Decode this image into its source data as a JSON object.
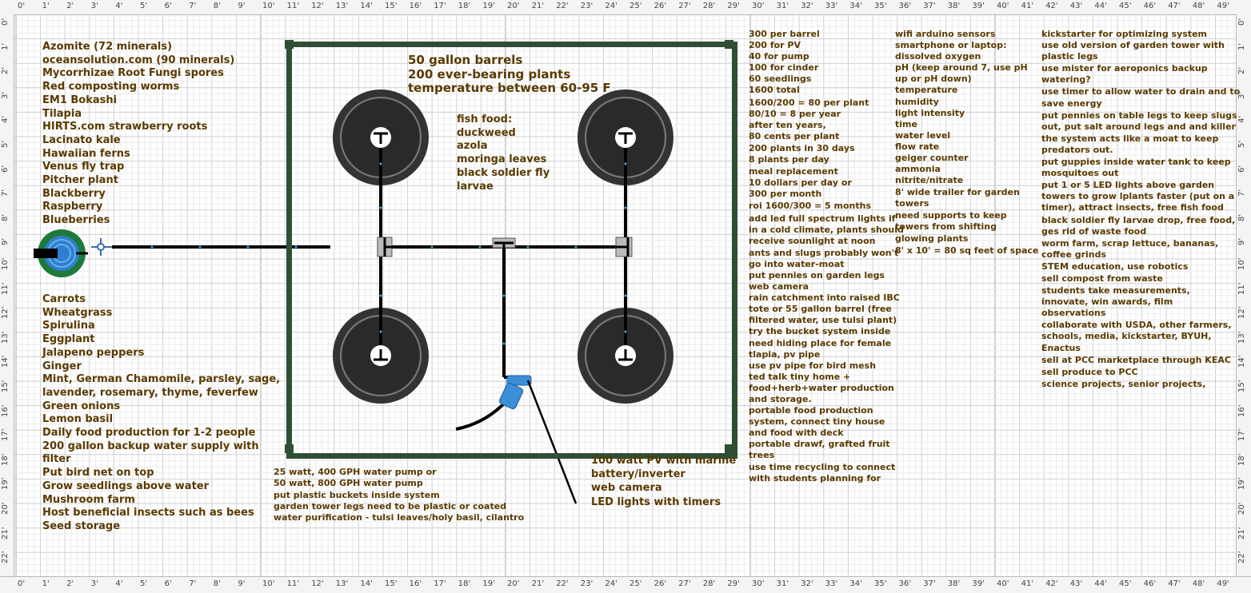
{
  "ruler": {
    "horizontal": [
      "0'",
      "1'",
      "2'",
      "3'",
      "4'",
      "5'",
      "6'",
      "7'",
      "8'",
      "9'",
      "10'",
      "11'",
      "12'",
      "13'",
      "14'",
      "15'",
      "16'",
      "17'",
      "18'",
      "19'",
      "20'",
      "21'",
      "22'",
      "23'",
      "24'",
      "25'",
      "26'",
      "27'",
      "28'",
      "29'",
      "30'",
      "31'",
      "32'",
      "33'",
      "34'",
      "35'",
      "36'",
      "37'",
      "38'",
      "39'",
      "40'",
      "41'",
      "42'",
      "43'",
      "44'",
      "45'",
      "46'",
      "47'",
      "48'",
      "49'"
    ],
    "vertical": [
      "0'",
      "1'",
      "2'",
      "3'",
      "4'",
      "5'",
      "6'",
      "7'",
      "8'",
      "9'",
      "10'",
      "11'",
      "12'",
      "13'",
      "14'",
      "15'",
      "16'",
      "17'",
      "18'",
      "19'",
      "20'",
      "21'",
      "22'"
    ]
  },
  "lists": {
    "minerals": [
      "Azomite (72 minerals)",
      "oceansolution.com (90 minerals)",
      "Mycorrhizae Root Fungi spores",
      "Red composting worms",
      "EM1 Bokashi",
      "Tilapia",
      "HIRTS.com strawberry roots",
      "Lacinato kale",
      "Hawaiian ferns",
      "Venus fly trap",
      "Pitcher plant",
      "Blackberry",
      "Raspberry",
      "Blueberries"
    ],
    "crops": [
      "Carrots",
      "Wheatgrass",
      "Spirulina",
      "Eggplant",
      "Jalapeno peppers",
      "Ginger",
      "Mint, German Chamomile, parsley, sage,",
      "lavender, rosemary, thyme, feverfew",
      "Green onions",
      "Lemon basil",
      "Daily food production for 1-2 people",
      "200 gallon backup water supply with",
      "filter",
      "Put bird net on top",
      "Grow seedlings above water",
      "Mushroom farm",
      "Host beneficial insects such as bees",
      "Seed storage"
    ],
    "header": [
      "50 gallon barrels",
      "200 ever-bearing plants",
      "temperature between 60-95 F"
    ],
    "fish_food": [
      "fish food:",
      "duckweed",
      "azola",
      "moringa leaves",
      "black soldier fly",
      "larvae"
    ],
    "pump": [
      "25 watt, 400 GPH water pump or",
      "50 watt, 800 GPH water pump",
      "",
      "put plastic buckets inside system",
      "garden tower legs need to be plastic or coated",
      "water purification - tulsi leaves/holy basil, cilantro"
    ],
    "pv": [
      "100 watt PV with marine",
      "battery/inverter",
      "",
      "web camera",
      "",
      "LED lights with timers"
    ],
    "costs": [
      "300 per barrel",
      "200 for PV",
      "40 for pump",
      "100 for cinder",
      "60 seedlings",
      "1600 total",
      "",
      "1600/200 = 80 per plant",
      "80/10 = 8 per year",
      "after ten years,",
      "80 cents per plant",
      "",
      "200 plants in 30 days",
      "8 plants per day",
      "",
      "meal replacement",
      "10 dollars per day or",
      "300 per month",
      "",
      "roi 1600/300 = 5 months",
      "",
      "add led full spectrum lights if",
      "in a cold climate, plants should",
      "receive sounlight at noon",
      "",
      "ants and slugs probably won't",
      "go into water-moat",
      "put pennies on garden legs",
      "web camera",
      "rain catchment into raised IBC",
      "tote or 55 gallon barrel (free",
      "filtered water, use tulsi plant)",
      "try the bucket system inside",
      "need hiding place for female",
      "tlapia, pv pipe",
      "use pv pipe for bird mesh",
      "ted talk tiny home +",
      "food+herb+water production",
      "and storage.",
      "portable food production",
      "system, connect tiny house",
      "and food with deck",
      "portable drawf, grafted fruit",
      "trees",
      "use time recycling to connect",
      "with students planning for"
    ],
    "sensors": [
      "wifi arduino sensors",
      "smartphone or laptop:",
      "dissolved oxygen",
      "pH (keep around 7, use pH",
      "up or pH down)",
      "temperature",
      "humidity",
      "light intensity",
      "time",
      "water level",
      "flow rate",
      "geiger counter",
      "ammonia",
      "nitrite/nitrate",
      "",
      "8' wide trailer for garden",
      "towers",
      "need supports to keep",
      "towers from shifting",
      "",
      "glowing plants",
      "",
      "8' x 10' = 80 sq feet of space"
    ],
    "ideas": [
      "kickstarter for optimizing system",
      "use old version of garden tower with",
      "plastic legs",
      "",
      "use mister for aeroponics backup",
      "watering?",
      "",
      "use timer to allow water to drain and to",
      "save energy",
      "",
      "put pennies on table legs to keep slugs",
      "out, put salt around legs and and killer",
      "",
      "the system acts like a moat to keep",
      "predators out.",
      "",
      "put guppies inside water tank to keep",
      "mosquitoes out",
      "",
      "put 1 or 5 LED lights above garden",
      "towers to grow lplants faster (put on a",
      "timer), attract insects, free fish food",
      "",
      "black soldier fly larvae drop, free food,",
      "ges rid of waste food",
      "",
      "worm farm, scrap lettuce, bananas,",
      "coffee grinds",
      "",
      "STEM education, use robotics",
      "",
      "sell compost from waste",
      "",
      "students take measurements,",
      "innovate, win awards, film",
      "observations",
      "",
      "collaborate with USDA, other farmers,",
      "schools, media, kickstarter, BYUH,",
      "Enactus",
      "",
      "sell at PCC marketplace through KEAC",
      "",
      "sell produce to PCC",
      "",
      "science projects, senior projects,"
    ]
  },
  "colors": {
    "text": "#5a3a00",
    "frame": "#2f4f35",
    "barrel": "#333333",
    "pipe": "#000000",
    "fitting": "#3a8fd8",
    "tank_ring": "#1f7a3a"
  }
}
